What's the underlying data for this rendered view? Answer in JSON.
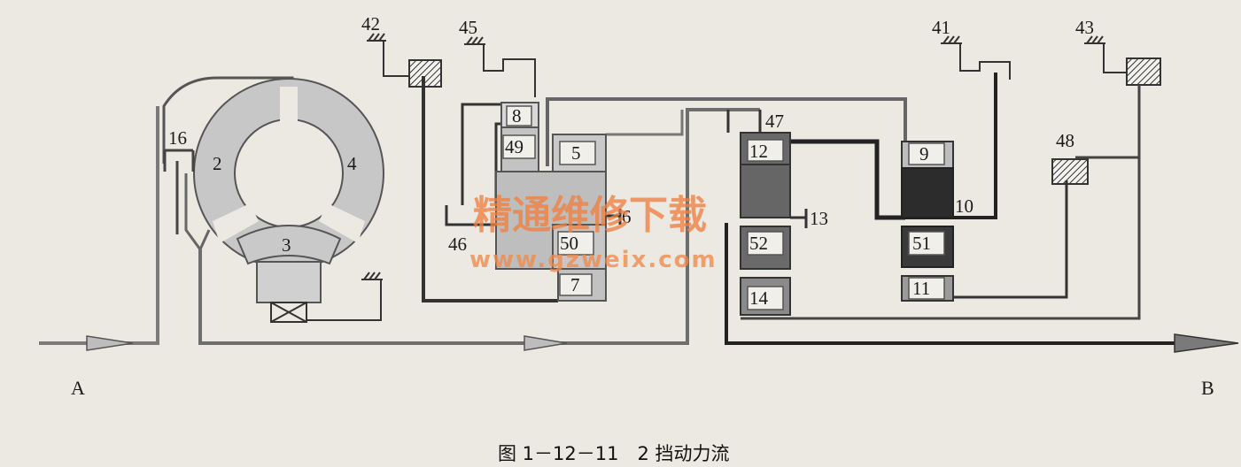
{
  "colors": {
    "background": "#ece8e2",
    "line": "#555555",
    "line_dark": "#3a3a3a",
    "part_light": "#cfcfcf",
    "part_mid": "#b8b8b8",
    "part_dark": "#5a5a5a",
    "part_black": "#2c2c2c",
    "watermark": "#f08040"
  },
  "labels": {
    "end_a": "A",
    "end_b": "B",
    "n2": "2",
    "n3": "3",
    "n4": "4",
    "n5": "5",
    "n6": "6",
    "n7": "7",
    "n8": "8",
    "n9": "9",
    "n10": "10",
    "n11": "11",
    "n12": "12",
    "n13": "13",
    "n14": "14",
    "n16": "16",
    "n41": "41",
    "n42": "42",
    "n43": "43",
    "n45": "45",
    "n46": "46",
    "n47": "47",
    "n48": "48",
    "n49": "49",
    "n50": "50",
    "n51": "51",
    "n52": "52"
  },
  "watermark": {
    "cn": "精通维修下载",
    "url": "www.gzweix.com"
  },
  "caption": "图 1－12－11　2 挡动力流"
}
